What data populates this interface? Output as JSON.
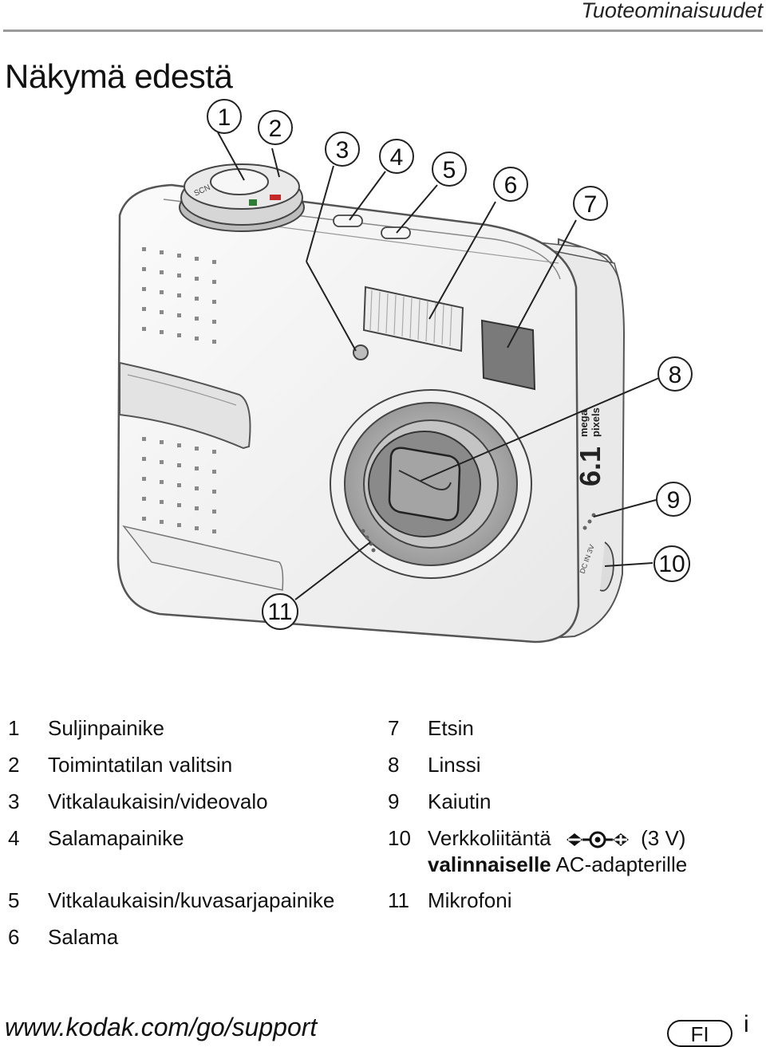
{
  "header": {
    "section": "Tuoteominaisuudet"
  },
  "page_title": "Näkymä edestä",
  "callouts": [
    "1",
    "2",
    "3",
    "4",
    "5",
    "6",
    "7",
    "8",
    "9",
    "10",
    "11"
  ],
  "camera_text": {
    "dial_scn": "SCN",
    "megapixel_big": "6.1",
    "megapixel_mega": "mega",
    "megapixel_pixels": "pixels",
    "dc_in": "DC IN 3V"
  },
  "legend": [
    {
      "num": "1",
      "label": "Suljinpainike"
    },
    {
      "num": "2",
      "label": "Toimintatilan valitsin"
    },
    {
      "num": "3",
      "label": "Vitkalaukaisin/videovalo"
    },
    {
      "num": "4",
      "label": "Salamapainike"
    },
    {
      "num": "5",
      "label": "Vitkalaukaisin/kuvasarjapainike"
    },
    {
      "num": "6",
      "label": "Salama"
    },
    {
      "num": "7",
      "label": "Etsin"
    },
    {
      "num": "8",
      "label": "Linssi"
    },
    {
      "num": "9",
      "label": "Kaiutin"
    },
    {
      "num": "10",
      "label": "Verkkoliitäntä",
      "suffix": "(3 V)",
      "line2_bold": "valinnaiselle",
      "line2_rest": " AC-adapterille"
    },
    {
      "num": "11",
      "label": "Mikrofoni"
    }
  ],
  "footer": {
    "url": "www.kodak.com/go/support",
    "lang": "FI",
    "page": "i"
  },
  "colors": {
    "text": "#111111",
    "rule": "#9a9a9a",
    "camera_line": "#555555",
    "camera_fill": "#f3f3f3"
  }
}
